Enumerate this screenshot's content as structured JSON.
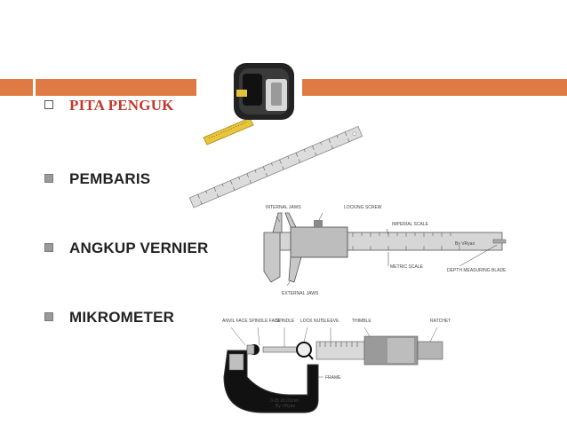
{
  "slide": {
    "items": [
      {
        "label": "PITA PENGUK"
      },
      {
        "label": "PEMBARIS"
      },
      {
        "label": "ANGKUP VERNIER"
      },
      {
        "label": "MIKROMETER"
      }
    ]
  },
  "vernier": {
    "labels": {
      "internal_jaws": "INTERNAL JAWS",
      "locking_screw": "LOCKING SCREW",
      "imperial_scale": "IMPERIAL SCALE",
      "metric_scale": "METRIC SCALE",
      "depth_blade": "DEPTH MEASURING BLADE",
      "external_jaws": "EXTERNAL JAWS"
    }
  },
  "micrometer": {
    "labels": {
      "anvil_face": "ANVIL FACE",
      "spindle_face": "SPINDLE FACE",
      "spindle": "SPINDLE",
      "lock_nut": "LOCK NUT",
      "sleeve": "SLEEVE",
      "thimble": "THIMBLE",
      "ratchet": "RATCHET",
      "frame": "FRAME",
      "frame_text": "0-25 x0.01mm",
      "brand": "By VRyan"
    }
  },
  "colors": {
    "accent_bar": "#e07a45",
    "first_item": "#c0392b"
  }
}
